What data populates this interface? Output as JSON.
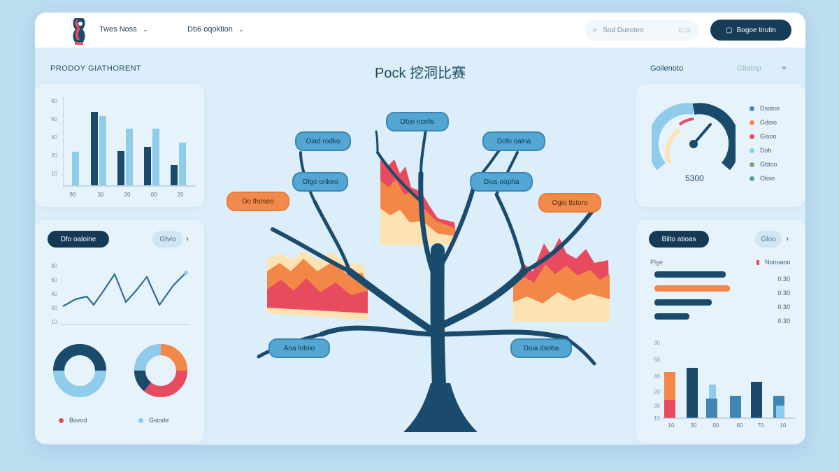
{
  "topbar": {
    "menu_1": "Twes Noss",
    "menu_2": "Db6 oqoktion",
    "search_placeholder": "Sod Dueoteo",
    "primary_button": "Bogoe tirutin"
  },
  "header": {
    "left_label": "PRODOY GIATHORENT",
    "title": "Pock 挖洞比赛",
    "right_label": "Goilenoto",
    "right_label_2": "Gliatop"
  },
  "colors": {
    "navy": "#1a4a6c",
    "blue": "#3f86b2",
    "light_blue": "#8fcbea",
    "orange": "#f28747",
    "red": "#e84a5f",
    "cream": "#fde2b2"
  },
  "left_top_chart": {
    "y_ticks": [
      "80",
      "60",
      "40",
      "20",
      "10"
    ],
    "x_ticks": [
      "90",
      "30",
      "20",
      "00",
      "20"
    ]
  },
  "left_mid": {
    "pill_dark": "Dfo oaloine",
    "pill_light": "Gtvio",
    "y_ticks": [
      "80",
      "60",
      "40",
      "30",
      "10"
    ]
  },
  "left_bottom": {
    "legend_1": "Bovod",
    "legend_2": "Gsiode"
  },
  "tree": {
    "nodes": [
      "Dbjo ncelis",
      "Oiad rodko",
      "Dofo oalna",
      "Olgo onkeo",
      "Dios oopha",
      "Do thoseo",
      "Ogio tlstoro",
      "Aoa lotoio",
      "Doia dsoba"
    ]
  },
  "right_top": {
    "gauge_value": "5300",
    "legend": [
      "Dsoino",
      "Gdoio",
      "Gisoo",
      "Dob",
      "Gbtoo",
      "Oloio"
    ]
  },
  "right_mid": {
    "pill_dark": "Bilto atioas",
    "pill_light": "Gloo",
    "col_left": "Plge",
    "col_right": "Nonoaoo",
    "row_values": [
      "0.30",
      "0.30",
      "0.30",
      "0.30"
    ],
    "y_ticks": [
      "30",
      "50",
      "40",
      "20",
      "30",
      "10"
    ],
    "x_ticks": [
      "10",
      "30",
      "00",
      "60",
      "70",
      "10"
    ]
  }
}
